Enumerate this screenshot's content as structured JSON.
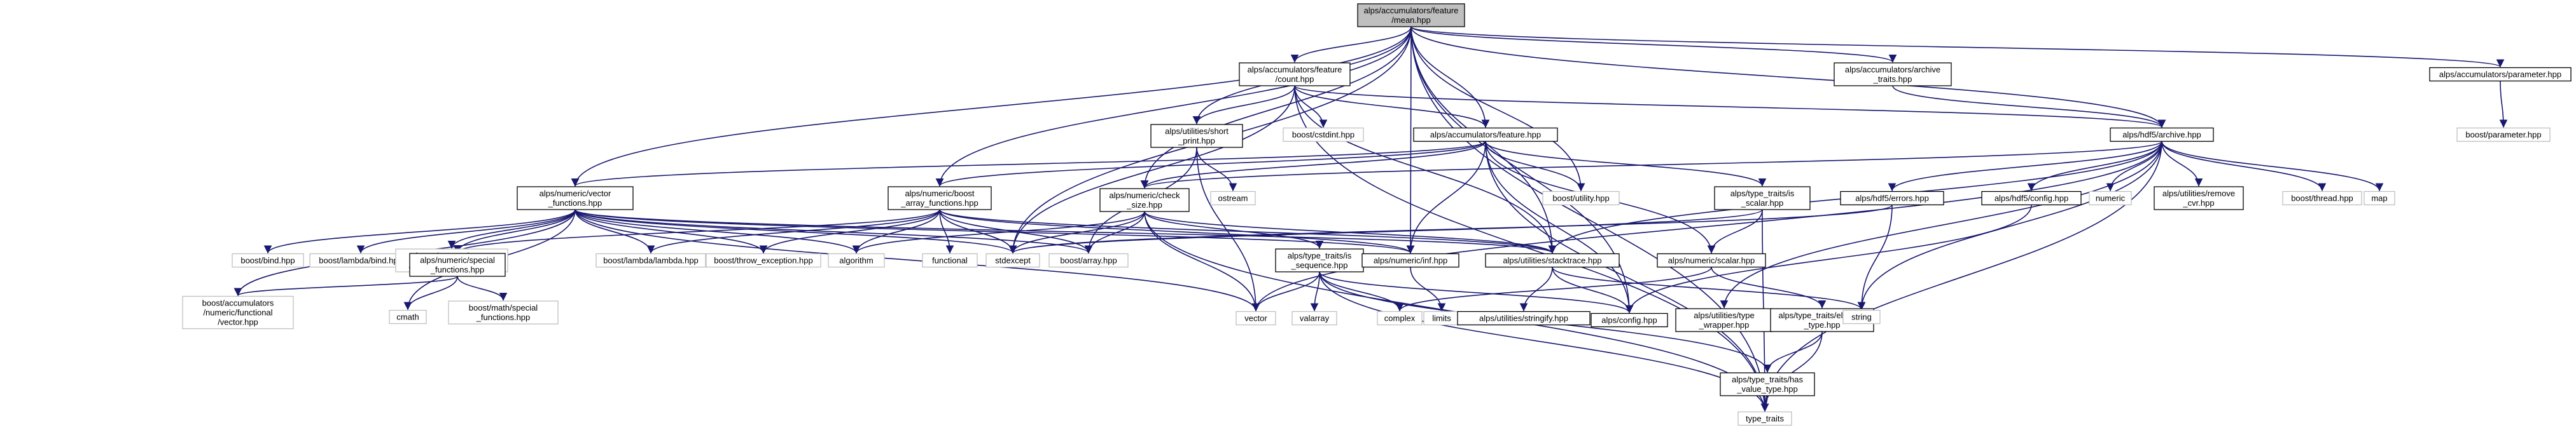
{
  "colors": {
    "edge": "#191970",
    "root_fill": "#bfbfbf",
    "node_border": "#000000",
    "external_border": "#bfbfbf",
    "background": "#ffffff"
  },
  "nodes": [
    {
      "id": "mean",
      "lines": [
        "alps/accumulators/feature",
        "/mean.hpp"
      ],
      "kind": "root"
    },
    {
      "id": "count",
      "lines": [
        "alps/accumulators/feature",
        "/count.hpp"
      ],
      "kind": "plain"
    },
    {
      "id": "archive_traits",
      "lines": [
        "alps/accumulators/archive",
        "_traits.hpp"
      ],
      "kind": "plain"
    },
    {
      "id": "parameter",
      "lines": [
        "alps/accumulators/parameter.hpp"
      ],
      "kind": "plain"
    },
    {
      "id": "short_print",
      "lines": [
        "alps/utilities/short",
        "_print.hpp"
      ],
      "kind": "plain"
    },
    {
      "id": "cstdint",
      "lines": [
        "boost/cstdint.hpp"
      ],
      "kind": "ghost"
    },
    {
      "id": "hdf5_archive",
      "lines": [
        "alps/hdf5/archive.hpp"
      ],
      "kind": "plain"
    },
    {
      "id": "boost_parameter",
      "lines": [
        "boost/parameter.hpp"
      ],
      "kind": "ghost"
    },
    {
      "id": "feature",
      "lines": [
        "alps/accumulators/feature.hpp"
      ],
      "kind": "plain"
    },
    {
      "id": "vector_functions",
      "lines": [
        "alps/numeric/vector",
        "_functions.hpp"
      ],
      "kind": "plain"
    },
    {
      "id": "boost_array_functions",
      "lines": [
        "alps/numeric/boost",
        "_array_functions.hpp"
      ],
      "kind": "plain"
    },
    {
      "id": "check_size",
      "lines": [
        "alps/numeric/check",
        "_size.hpp"
      ],
      "kind": "plain"
    },
    {
      "id": "ostream",
      "lines": [
        "ostream"
      ],
      "kind": "ghost"
    },
    {
      "id": "boost_utility",
      "lines": [
        "boost/utility.hpp"
      ],
      "kind": "ghost"
    },
    {
      "id": "is_scalar",
      "lines": [
        "alps/type_traits/is",
        "_scalar.hpp"
      ],
      "kind": "plain"
    },
    {
      "id": "hdf5_errors",
      "lines": [
        "alps/hdf5/errors.hpp"
      ],
      "kind": "plain"
    },
    {
      "id": "hdf5_config",
      "lines": [
        "alps/hdf5/config.hpp"
      ],
      "kind": "plain"
    },
    {
      "id": "numeric",
      "lines": [
        "numeric"
      ],
      "kind": "ghost"
    },
    {
      "id": "remove_cvr",
      "lines": [
        "alps/utilities/remove",
        "_cvr.hpp"
      ],
      "kind": "plain"
    },
    {
      "id": "boost_thread",
      "lines": [
        "boost/thread.hpp"
      ],
      "kind": "ghost"
    },
    {
      "id": "map",
      "lines": [
        "map"
      ],
      "kind": "ghost"
    },
    {
      "id": "boost_bind",
      "lines": [
        "boost/bind.hpp"
      ],
      "kind": "ghost"
    },
    {
      "id": "lambda_bind",
      "lines": [
        "boost/lambda/bind.hpp"
      ],
      "kind": "ghost"
    },
    {
      "id": "numeric_functional",
      "lines": [
        "boost/accumulators",
        "/numeric/functional.hpp"
      ],
      "kind": "ghost"
    },
    {
      "id": "special_functions",
      "lines": [
        "alps/numeric/special",
        "_functions.hpp"
      ],
      "kind": "plain"
    },
    {
      "id": "lambda_lambda",
      "lines": [
        "boost/lambda/lambda.hpp"
      ],
      "kind": "ghost"
    },
    {
      "id": "throw_exception",
      "lines": [
        "boost/throw_exception.hpp"
      ],
      "kind": "ghost"
    },
    {
      "id": "algorithm",
      "lines": [
        "algorithm"
      ],
      "kind": "ghost"
    },
    {
      "id": "functional",
      "lines": [
        "functional"
      ],
      "kind": "ghost"
    },
    {
      "id": "stdexcept",
      "lines": [
        "stdexcept"
      ],
      "kind": "ghost"
    },
    {
      "id": "boost_array",
      "lines": [
        "boost/array.hpp"
      ],
      "kind": "ghost"
    },
    {
      "id": "is_sequence",
      "lines": [
        "alps/type_traits/is",
        "_sequence.hpp"
      ],
      "kind": "plain"
    },
    {
      "id": "inf",
      "lines": [
        "alps/numeric/inf.hpp"
      ],
      "kind": "plain"
    },
    {
      "id": "stacktrace",
      "lines": [
        "alps/utilities/stacktrace.hpp"
      ],
      "kind": "plain"
    },
    {
      "id": "numeric_scalar",
      "lines": [
        "alps/numeric/scalar.hpp"
      ],
      "kind": "plain"
    },
    {
      "id": "functional_vector",
      "lines": [
        "boost/accumulators",
        "/numeric/functional",
        "/vector.hpp"
      ],
      "kind": "ghost"
    },
    {
      "id": "cmath",
      "lines": [
        "cmath"
      ],
      "kind": "ghost"
    },
    {
      "id": "math_special",
      "lines": [
        "boost/math/special",
        "_functions.hpp"
      ],
      "kind": "ghost"
    },
    {
      "id": "valarray",
      "lines": [
        "valarray"
      ],
      "kind": "ghost"
    },
    {
      "id": "vector",
      "lines": [
        "vector"
      ],
      "kind": "ghost"
    },
    {
      "id": "complex",
      "lines": [
        "complex"
      ],
      "kind": "ghost"
    },
    {
      "id": "limits",
      "lines": [
        "limits"
      ],
      "kind": "ghost"
    },
    {
      "id": "stringify",
      "lines": [
        "alps/utilities/stringify.hpp"
      ],
      "kind": "plain"
    },
    {
      "id": "alps_config",
      "lines": [
        "alps/config.hpp"
      ],
      "kind": "plain"
    },
    {
      "id": "type_wrapper",
      "lines": [
        "alps/utilities/type",
        "_wrapper.hpp"
      ],
      "kind": "plain"
    },
    {
      "id": "element_type",
      "lines": [
        "alps/type_traits/element",
        "_type.hpp"
      ],
      "kind": "plain"
    },
    {
      "id": "string",
      "lines": [
        "string"
      ],
      "kind": "ghost"
    },
    {
      "id": "has_value_type",
      "lines": [
        "alps/type_traits/has",
        "_value_type.hpp"
      ],
      "kind": "plain"
    },
    {
      "id": "type_traits",
      "lines": [
        "type_traits"
      ],
      "kind": "ghost"
    }
  ],
  "edges": [
    [
      "mean",
      "count"
    ],
    [
      "mean",
      "archive_traits"
    ],
    [
      "mean",
      "parameter"
    ],
    [
      "mean",
      "short_print"
    ],
    [
      "mean",
      "hdf5_archive"
    ],
    [
      "mean",
      "feature"
    ],
    [
      "mean",
      "vector_functions"
    ],
    [
      "mean",
      "boost_array_functions"
    ],
    [
      "mean",
      "check_size"
    ],
    [
      "mean",
      "boost_utility"
    ],
    [
      "mean",
      "inf"
    ],
    [
      "mean",
      "stacktrace"
    ],
    [
      "mean",
      "stdexcept"
    ],
    [
      "mean",
      "alps_config"
    ],
    [
      "mean",
      "type_traits"
    ],
    [
      "count",
      "short_print"
    ],
    [
      "count",
      "cstdint"
    ],
    [
      "count",
      "feature"
    ],
    [
      "count",
      "hdf5_archive"
    ],
    [
      "count",
      "stdexcept"
    ],
    [
      "count",
      "type_traits"
    ],
    [
      "count",
      "stacktrace"
    ],
    [
      "archive_traits",
      "hdf5_archive"
    ],
    [
      "parameter",
      "boost_parameter"
    ],
    [
      "short_print",
      "ostream"
    ],
    [
      "short_print",
      "boost_array"
    ],
    [
      "short_print",
      "vector"
    ],
    [
      "feature",
      "boost_utility"
    ],
    [
      "feature",
      "vector_functions"
    ],
    [
      "feature",
      "boost_array_functions"
    ],
    [
      "feature",
      "check_size"
    ],
    [
      "feature",
      "is_scalar"
    ],
    [
      "feature",
      "inf"
    ],
    [
      "feature",
      "alps_config"
    ],
    [
      "feature",
      "type_traits"
    ],
    [
      "feature",
      "numeric_scalar"
    ],
    [
      "hdf5_archive",
      "check_size"
    ],
    [
      "hdf5_archive",
      "hdf5_errors"
    ],
    [
      "hdf5_archive",
      "hdf5_config"
    ],
    [
      "hdf5_archive",
      "numeric"
    ],
    [
      "hdf5_archive",
      "remove_cvr"
    ],
    [
      "hdf5_archive",
      "boost_thread"
    ],
    [
      "hdf5_archive",
      "map"
    ],
    [
      "hdf5_archive",
      "string"
    ],
    [
      "hdf5_archive",
      "type_traits"
    ],
    [
      "hdf5_archive",
      "type_wrapper"
    ],
    [
      "hdf5_archive",
      "vector"
    ],
    [
      "hdf5_archive",
      "stacktrace"
    ],
    [
      "vector_functions",
      "boost_bind"
    ],
    [
      "vector_functions",
      "lambda_bind"
    ],
    [
      "vector_functions",
      "numeric_functional"
    ],
    [
      "vector_functions",
      "special_functions"
    ],
    [
      "vector_functions",
      "lambda_lambda"
    ],
    [
      "vector_functions",
      "throw_exception"
    ],
    [
      "vector_functions",
      "algorithm"
    ],
    [
      "vector_functions",
      "functional_vector"
    ],
    [
      "vector_functions",
      "cmath"
    ],
    [
      "vector_functions",
      "stdexcept"
    ],
    [
      "vector_functions",
      "boost_array"
    ],
    [
      "vector_functions",
      "inf"
    ],
    [
      "vector_functions",
      "stacktrace"
    ],
    [
      "vector_functions",
      "vector"
    ],
    [
      "boost_array_functions",
      "special_functions"
    ],
    [
      "boost_array_functions",
      "lambda_lambda"
    ],
    [
      "boost_array_functions",
      "throw_exception"
    ],
    [
      "boost_array_functions",
      "algorithm"
    ],
    [
      "boost_array_functions",
      "functional"
    ],
    [
      "boost_array_functions",
      "stdexcept"
    ],
    [
      "boost_array_functions",
      "boost_array"
    ],
    [
      "boost_array_functions",
      "inf"
    ],
    [
      "boost_array_functions",
      "stacktrace"
    ],
    [
      "check_size",
      "algorithm"
    ],
    [
      "check_size",
      "boost_array"
    ],
    [
      "check_size",
      "stdexcept"
    ],
    [
      "check_size",
      "is_sequence"
    ],
    [
      "check_size",
      "vector"
    ],
    [
      "check_size",
      "stacktrace"
    ],
    [
      "check_size",
      "type_traits"
    ],
    [
      "is_scalar",
      "numeric_scalar"
    ],
    [
      "is_scalar",
      "type_traits"
    ],
    [
      "is_scalar",
      "stdexcept"
    ],
    [
      "hdf5_errors",
      "string"
    ],
    [
      "hdf5_errors",
      "stdexcept"
    ],
    [
      "hdf5_config",
      "alps_config"
    ],
    [
      "special_functions",
      "cmath"
    ],
    [
      "special_functions",
      "math_special"
    ],
    [
      "special_functions",
      "functional_vector"
    ],
    [
      "is_sequence",
      "valarray"
    ],
    [
      "is_sequence",
      "vector"
    ],
    [
      "is_sequence",
      "complex"
    ],
    [
      "is_sequence",
      "has_value_type"
    ],
    [
      "is_sequence",
      "type_traits"
    ],
    [
      "is_sequence",
      "alps_config"
    ],
    [
      "inf",
      "limits"
    ],
    [
      "stacktrace",
      "stringify"
    ],
    [
      "stacktrace",
      "alps_config"
    ],
    [
      "stacktrace",
      "string"
    ],
    [
      "numeric_scalar",
      "complex"
    ],
    [
      "numeric_scalar",
      "element_type"
    ],
    [
      "element_type",
      "has_value_type"
    ],
    [
      "element_type",
      "type_traits"
    ],
    [
      "has_value_type",
      "type_traits"
    ]
  ]
}
